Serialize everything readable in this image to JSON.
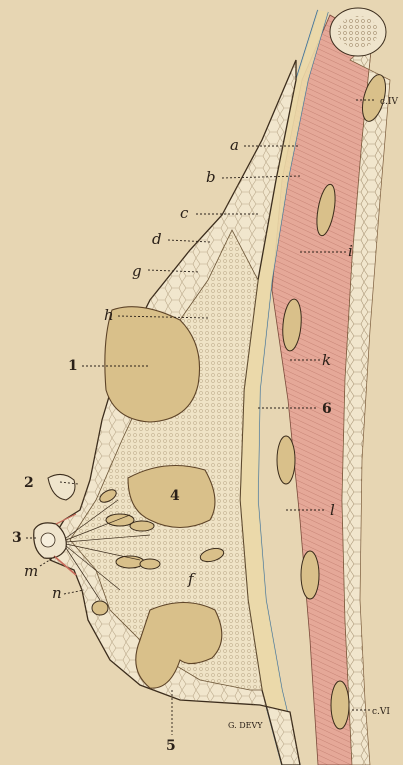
{
  "figure": {
    "labels": {
      "a": "a",
      "b": "b",
      "c": "c",
      "d": "d",
      "g": "g",
      "h": "h",
      "i": "i",
      "k": "k",
      "l": "l",
      "m": "m",
      "n": "n",
      "f": "f",
      "n1": "1",
      "n2": "2",
      "n3": "3",
      "n4": "4",
      "n5": "5",
      "n6": "6",
      "c4": "c.IV",
      "c6": "c.VI"
    },
    "signature": "G. DEVY",
    "colors": {
      "paper": "#e7d6b3",
      "fat": "#f1e6cd",
      "gland": "#d9c08a",
      "muscle": "#e5a898",
      "fascia": "#3a6f9a",
      "ink": "#2a2018"
    }
  }
}
